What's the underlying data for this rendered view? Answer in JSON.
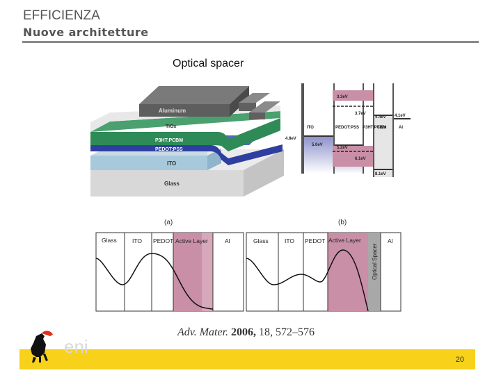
{
  "header": {
    "title": "EFFICIENZA",
    "subtitle": "Nuove architetture"
  },
  "caption": "Optical spacer",
  "figure": {
    "device_layers": [
      "Aluminum",
      "TiOx",
      "P3HT:PCBM",
      "PEDOT:PSS",
      "ITO",
      "Glass"
    ],
    "panel_a_label": "(a)",
    "panel_b_label": "(b)",
    "energy_diagram": {
      "columns": [
        "ITO",
        "PEDOT:PSS",
        "P3HT:PCBM",
        "TiOx",
        "Al"
      ],
      "levels": [
        "3.3eV",
        "3.7eV",
        "4.4eV",
        "4.1eV",
        "4.8eV",
        "5.0eV",
        "5.2eV",
        "6.1eV",
        "8.1eV"
      ]
    },
    "profile_a_labels": [
      "Glass",
      "ITO",
      "PEDOT",
      "Active Layer",
      "Al"
    ],
    "profile_b_labels": [
      "Glass",
      "ITO",
      "PEDOT",
      "Active Layer",
      "Optical Spacer",
      "Al"
    ]
  },
  "citation": {
    "journal": "Adv. Mater.",
    "year": "2006,",
    "ref": "18, 572–576"
  },
  "footer": {
    "logo_text": "eni",
    "page_number": "20"
  },
  "colors": {
    "footer_yellow": "#f7d11a",
    "active_layer": "#c98fa6",
    "spacer_grey": "#a8a8a8",
    "p3ht_green": "#2e8b57",
    "pedot_blue": "#2f3fa0",
    "ito_lightblue": "#a8c8dc"
  }
}
